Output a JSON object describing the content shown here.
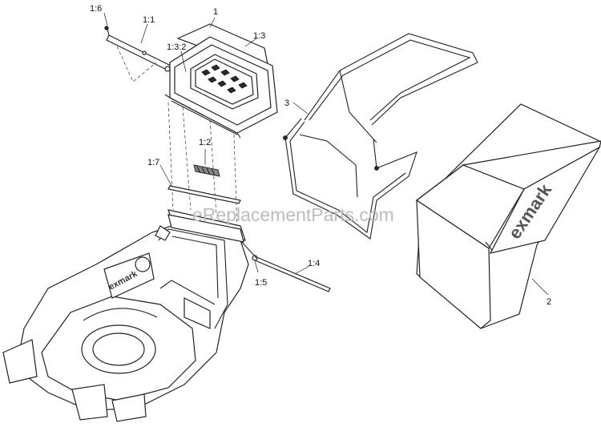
{
  "labels": {
    "l1_6": "1:6",
    "l1_1": "1:1",
    "l1": "1",
    "l1_3_2": "1:3:2",
    "l1_3": "1:3",
    "l3": "3",
    "l1_2": "1:2",
    "l1_7": "1:7",
    "l1_4": "1:4",
    "l1_5": "1:5",
    "l2": "2"
  },
  "watermark": "eReplacementParts.com",
  "brand": {
    "bag": "exmark",
    "deck": "exmark"
  }
}
